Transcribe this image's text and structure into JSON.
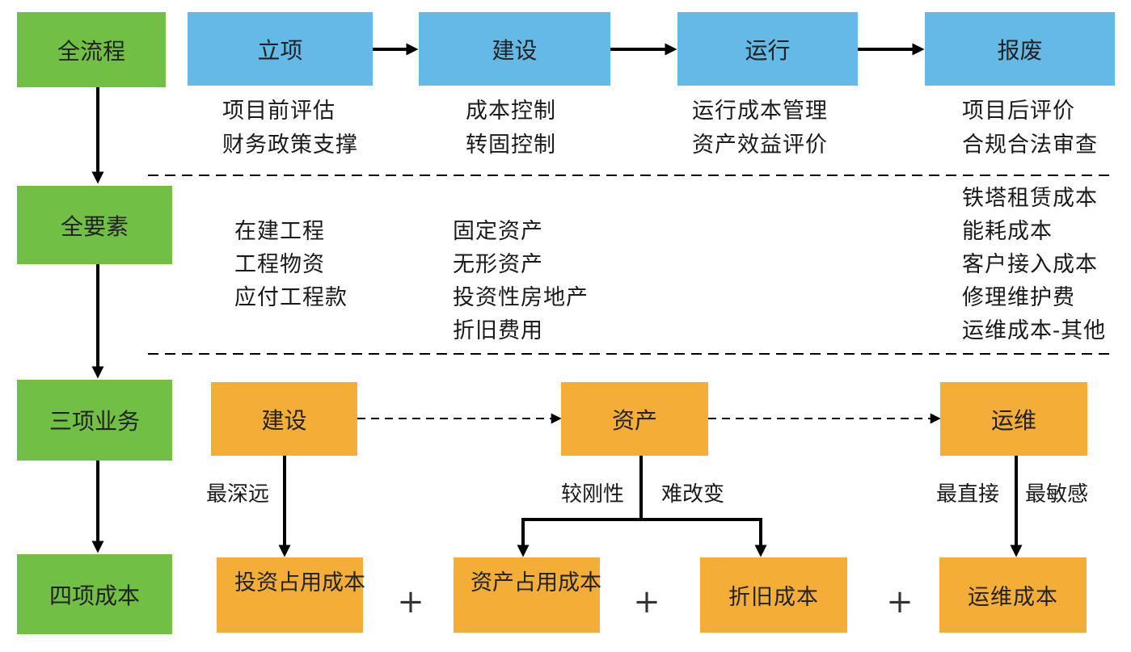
{
  "colors": {
    "dimension_box": "#71c045",
    "stage_box": "#64b9e7",
    "business_box": "#f4ae37",
    "connector": "#000000",
    "text": "#1a1a1a"
  },
  "dimensions": [
    {
      "label": "全流程"
    },
    {
      "label": "全要素"
    },
    {
      "label": "三项业务"
    },
    {
      "label": "四项成本"
    }
  ],
  "process": {
    "stages": [
      {
        "label": "立项",
        "items": [
          "项目前评估",
          "财务政策支撑"
        ]
      },
      {
        "label": "建设",
        "items": [
          "成本控制",
          "转固控制"
        ]
      },
      {
        "label": "运行",
        "items": [
          "运行成本管理",
          "资产效益评价"
        ]
      },
      {
        "label": "报废",
        "items": [
          "项目后评价",
          "合规合法审查"
        ]
      }
    ]
  },
  "elements": {
    "groups": [
      {
        "items": [
          "在建工程",
          "工程物资",
          "应付工程款"
        ]
      },
      {
        "items": [
          "固定资产",
          "无形资产",
          "投资性房地产",
          "折旧费用"
        ]
      },
      {
        "items": [
          "铁塔租赁成本",
          "能耗成本",
          "客户接入成本",
          "修理维护费",
          "运维成本-其他"
        ]
      }
    ]
  },
  "business": {
    "items": [
      {
        "label": "建设",
        "edge_labels": [
          "最深远"
        ]
      },
      {
        "label": "资产",
        "edge_labels": [
          "较刚性",
          "难改变"
        ]
      },
      {
        "label": "运维",
        "edge_labels": [
          "最直接",
          "最敏感"
        ]
      }
    ]
  },
  "costs": {
    "items": [
      {
        "label": "投资占用成本"
      },
      {
        "label": "资产占用成本"
      },
      {
        "label": "折旧成本"
      },
      {
        "label": "运维成本"
      }
    ],
    "operator": "+"
  }
}
